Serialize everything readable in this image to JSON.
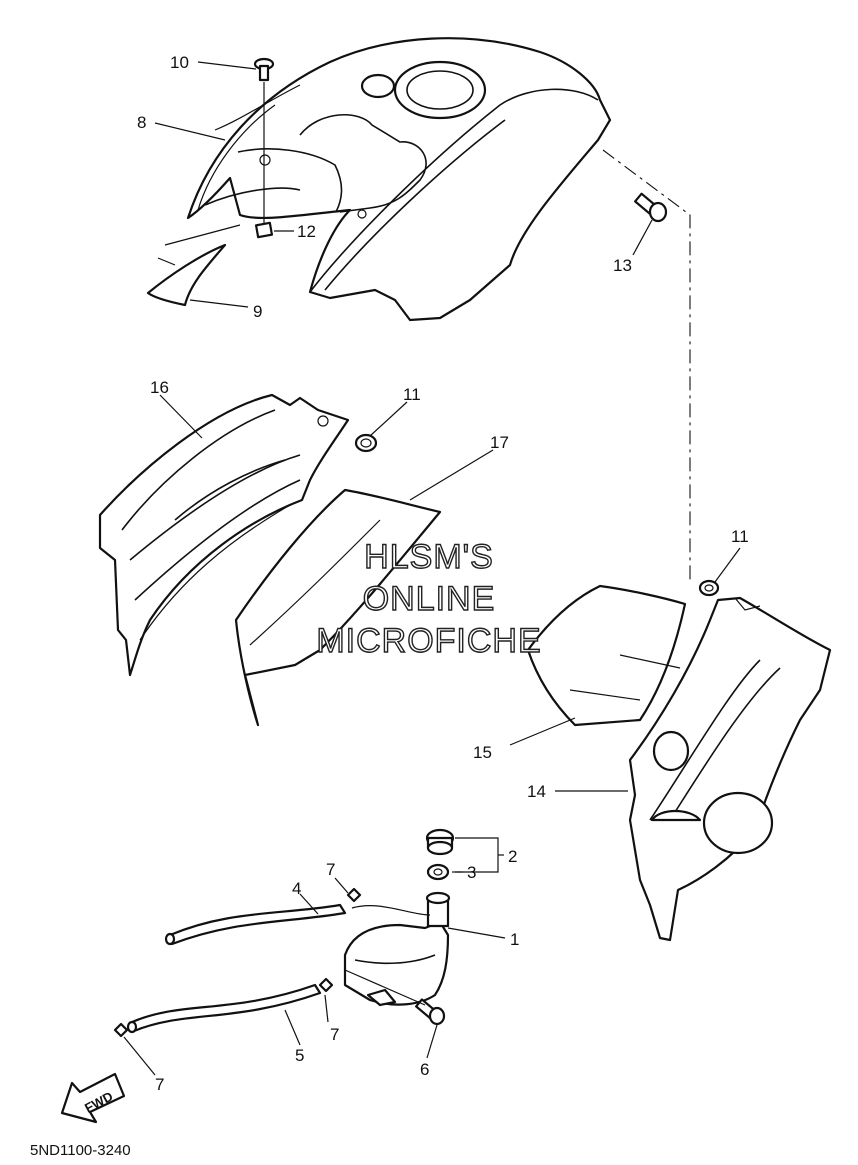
{
  "diagram": {
    "part_code": "5ND1100-3240",
    "watermark": [
      "HLSM'S",
      "ONLINE",
      "MICROFICHE"
    ],
    "fwd_label": "FWD",
    "callouts": [
      "10",
      "8",
      "12",
      "9",
      "13",
      "16",
      "11",
      "17",
      "11",
      "15",
      "14",
      "2",
      "3",
      "4",
      "7",
      "1",
      "7",
      "5",
      "6",
      "7"
    ]
  }
}
